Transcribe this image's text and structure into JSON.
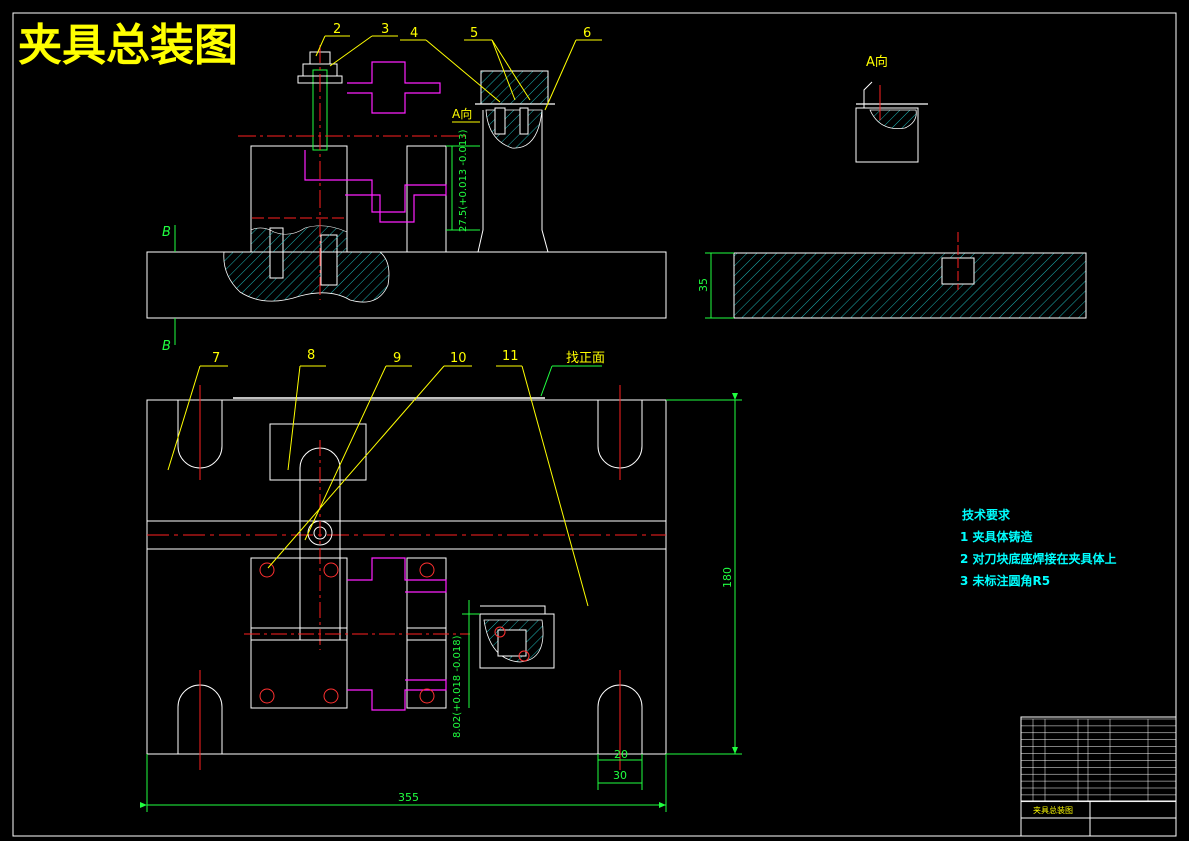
{
  "drawing": {
    "title": "夹具总装图",
    "colors": {
      "background": "#000000",
      "outline": "#ffffff",
      "center": "#ff2020",
      "part": "#ff20ff",
      "dim": "#20ff40",
      "leader": "#ffff00",
      "hatch": "#20c8c8",
      "note": "#00ffff"
    }
  },
  "balloons": [
    "2",
    "3",
    "4",
    "5",
    "6",
    "7",
    "8",
    "9",
    "10",
    "11"
  ],
  "section_labels": {
    "b_top": "B",
    "b_bottom": "B",
    "a_view_marker": "A向",
    "a_view_title": "A向",
    "reference_face": "找正面"
  },
  "dimensions": {
    "height_35": "35",
    "height_27_5": "27.5(+0.013 -0.013)",
    "height_180": "180",
    "offset_8_02": "8.02(+0.018 -0.018)",
    "width_20": "20",
    "width_30": "30",
    "width_355": "355"
  },
  "notes": {
    "heading": "技术要求",
    "items": [
      "1 夹具体铸造",
      "2 对刀块底座焊接在夹具体上",
      "3 未标注圆角R5"
    ]
  },
  "title_block": {
    "name": "夹具总装图"
  }
}
